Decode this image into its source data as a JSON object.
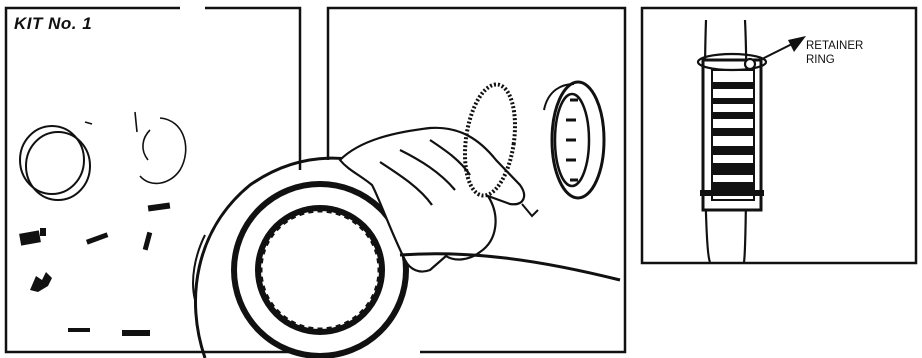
{
  "panel_1": {
    "title": "KIT No. 1"
  },
  "panel_3": {
    "callout_line1": "RETAINER",
    "callout_line2": "RING"
  },
  "colors": {
    "ink": "#111111",
    "paper": "#ffffff"
  },
  "icons": [
    "retainer-ring-arrow-icon"
  ]
}
